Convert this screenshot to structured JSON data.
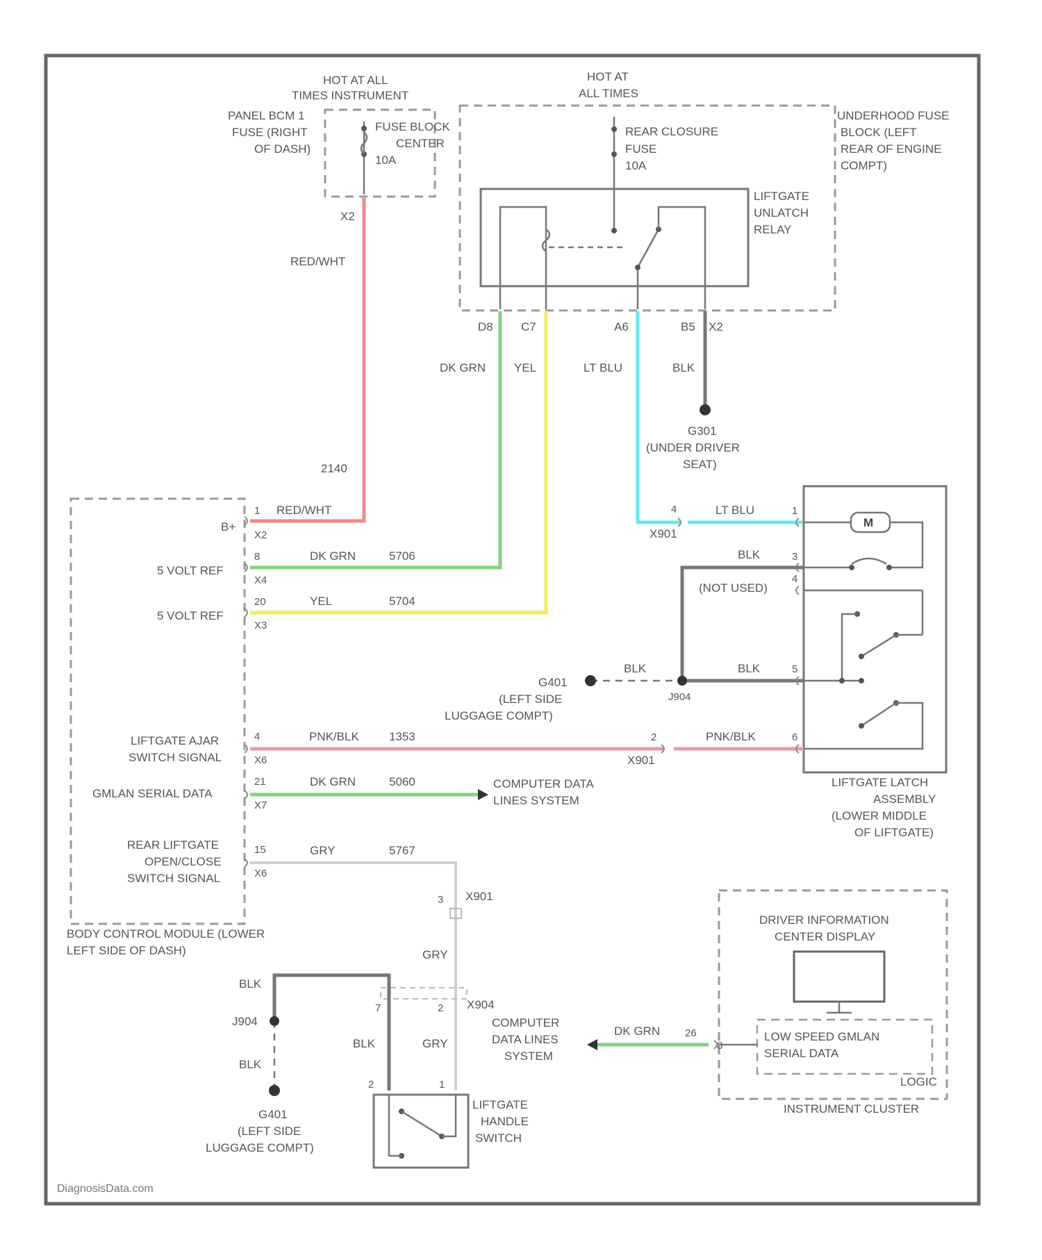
{
  "diagram": {
    "footer": "DiagnosisData.com",
    "fuse_left": {
      "hot": "HOT AT ALL",
      "hot2": "TIMES INSTRUMENT",
      "loc1": "PANEL BCM 1",
      "loc2": "FUSE (RIGHT",
      "loc3": "OF DASH)",
      "name1": "FUSE BLOCK",
      "name2": "CENTER",
      "rating": "10A",
      "pin": "X2"
    },
    "fuse_right": {
      "hot1": "HOT AT",
      "hot2": "ALL TIMES",
      "name1": "REAR CLOSURE",
      "name2": "FUSE",
      "rating": "10A",
      "block1": "UNDERHOOD FUSE",
      "block2": "BLOCK (LEFT",
      "block3": "REAR OF ENGINE",
      "block4": "COMPT)"
    },
    "relay": {
      "name1": "LIFTGATE",
      "name2": "UNLATCH",
      "name3": "RELAY",
      "pins": [
        "D8",
        "C7",
        "A6",
        "B5",
        "X2"
      ]
    },
    "wires": {
      "red_white": "RED/WHT",
      "circuit_2140": "2140",
      "dk_grn": "DK GRN",
      "yel": "YEL",
      "lt_blu": "LT BLU",
      "blk": "BLK",
      "circ_5706": "5706",
      "circ_5704": "5704",
      "pnk_blk": "PNK/BLK",
      "circ_1353": "1353",
      "circ_5060": "5060",
      "gry": "GRY",
      "circ_5767": "5767"
    },
    "ground_g301": {
      "name": "G301",
      "loc1": "(UNDER DRIVER",
      "loc2": "SEAT)"
    },
    "bcm": {
      "bplus": "B+",
      "ref1": "5 VOLT REF",
      "ref2": "5 VOLT REF",
      "ajar1": "LIFTGATE AJAR",
      "ajar2": "SWITCH SIGNAL",
      "gmlan": "GMLAN SERIAL DATA",
      "rear1": "REAR LIFTGATE",
      "rear2": "OPEN/CLOSE",
      "rear3": "SWITCH SIGNAL",
      "name1": "BODY CONTROL MODULE (LOWER",
      "name2": "LEFT SIDE OF DASH)",
      "pins": [
        "1",
        "X2",
        "8",
        "X4",
        "20",
        "X3",
        "4",
        "X6",
        "21",
        "X7",
        "15",
        "X6"
      ]
    },
    "latch": {
      "motor": "M",
      "not_used": "(NOT USED)",
      "name1": "LIFTGATE LATCH",
      "name2": "ASSEMBLY",
      "name3": "(LOWER MIDDLE",
      "name4": "OF LIFTGATE)",
      "pins": [
        "1",
        "3",
        "4",
        "5",
        "6"
      ]
    },
    "connector_x901": "X901",
    "splice_j904": "J904",
    "ground_g401": {
      "name": "G401",
      "loc1": "(LEFT SIDE",
      "loc2": "LUGGAGE COMPT)"
    },
    "data_lines": {
      "l1": "COMPUTER DATA",
      "l2": "LINES SYSTEM"
    },
    "data_lines2": {
      "l1": "COMPUTER",
      "l2": "DATA LINES",
      "l3": "SYSTEM"
    },
    "handle": {
      "name1": "LIFTGATE",
      "name2": "HANDLE",
      "name3": "SWITCH",
      "pins": [
        "2",
        "1"
      ]
    },
    "x904": "X904",
    "x901b": "X901",
    "cluster": {
      "dic1": "DRIVER INFORMATION",
      "dic2": "CENTER DISPLAY",
      "lsg1": "LOW SPEED GMLAN",
      "lsg2": "SERIAL DATA",
      "logic": "LOGIC",
      "name": "INSTRUMENT CLUSTER",
      "pin": "26"
    },
    "misc": {
      "j904_label": "J904",
      "pin7": "7",
      "pin2": "2",
      "pin8": "8",
      "pin4": "4",
      "pin1": "1",
      "pin3": "3",
      "pin5": "5",
      "pin6": "6"
    }
  }
}
